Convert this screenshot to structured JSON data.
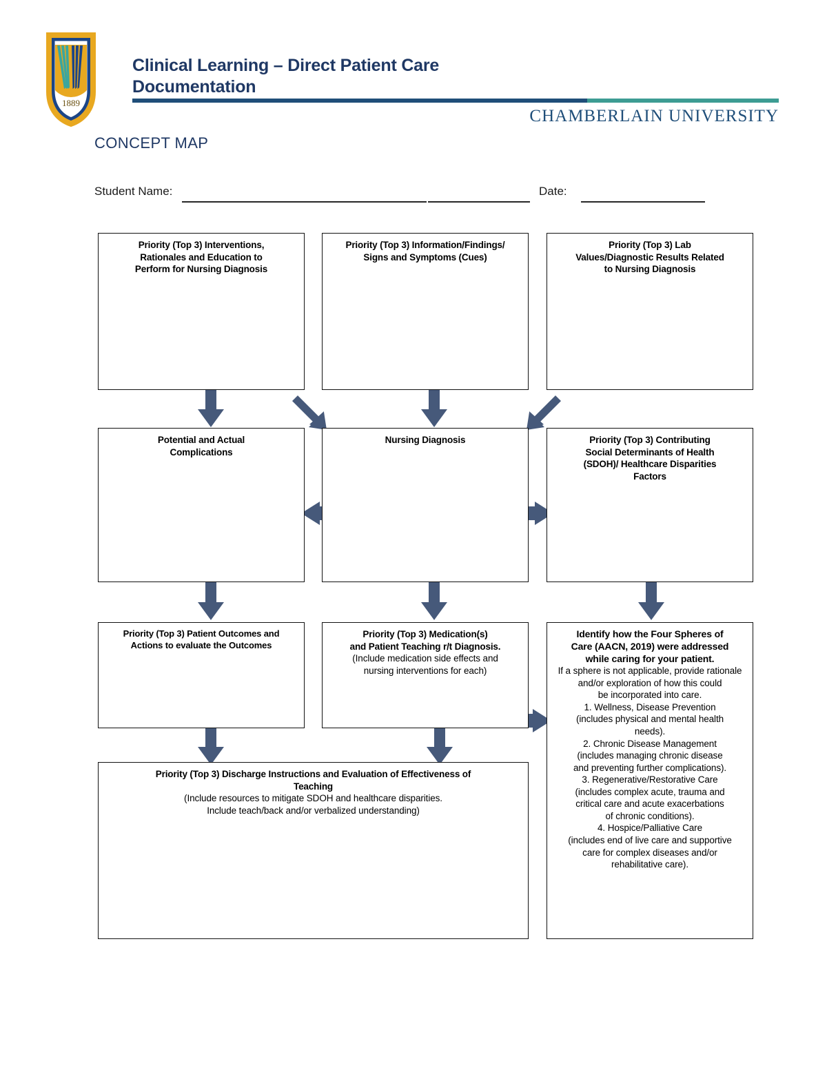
{
  "header": {
    "doc_title_line1": "Clinical Learning – Direct Patient Care",
    "doc_title_line2": "Documentation",
    "brand": "CHAMBERLAIN UNIVERSITY",
    "section_label": "CONCEPT MAP",
    "logo_year": "1889",
    "colors": {
      "navy": "#1F4E79",
      "title_navy": "#1F3864",
      "teal": "#3D9C93",
      "logo_gold": "#E8A820",
      "logo_navy": "#1B4587",
      "arrow_slate": "#46597A"
    }
  },
  "meta": {
    "student_name_label": "Student Name:",
    "student_name_value": "",
    "date_label": "Date:",
    "date_value": ""
  },
  "nodes": {
    "interventions": {
      "heading": "Priority (Top 3) Interventions,\nRationales and Education to\nPerform for Nursing Diagnosis",
      "body": ""
    },
    "cues": {
      "heading": "Priority (Top 3) Information/Findings/\nSigns and Symptoms (Cues)",
      "body": ""
    },
    "labs": {
      "heading": "Priority (Top 3) Lab\nValues/Diagnostic Results Related\nto Nursing Diagnosis",
      "body": ""
    },
    "complications": {
      "heading": "Potential and Actual\nComplications",
      "body": ""
    },
    "diagnosis": {
      "heading": "Nursing Diagnosis",
      "body": ""
    },
    "sdoh": {
      "heading": "Priority (Top 3) Contributing\nSocial Determinants of Health\n(SDOH)/ Healthcare Disparities\nFactors",
      "body": ""
    },
    "outcomes": {
      "heading": "Priority (Top 3) Patient Outcomes and\nActions to evaluate the Outcomes",
      "body": ""
    },
    "medications": {
      "heading": "Priority (Top 3) Medication(s)\nand Patient Teaching r/t Diagnosis.",
      "sub": "(Include medication side effects and\nnursing interventions for each)",
      "body": ""
    },
    "spheres": {
      "heading": "Identify how the Four Spheres of\nCare (AACN, 2019) were addressed\nwhile caring for your patient.",
      "sub": "If a sphere is not applicable, provide rationale\nand/or exploration of how this could\nbe incorporated into care.\n1. Wellness, Disease Prevention\n(includes physical and mental health\nneeds).\n2. Chronic Disease Management\n(includes managing chronic disease\nand preventing further complications).\n3. Regenerative/Restorative Care\n(includes complex acute, trauma and\ncritical care and acute exacerbations\nof chronic conditions).\n4. Hospice/Palliative Care\n(includes end of live care and supportive\ncare for complex diseases and/or\nrehabilitative care)."
    },
    "discharge": {
      "heading": "Priority (Top 3) Discharge Instructions and Evaluation of Effectiveness of\nTeaching",
      "sub": "(Include resources to mitigate SDOH and healthcare disparities.\nInclude teach/back and/or verbalized understanding)",
      "body": ""
    }
  },
  "arrows": [
    {
      "name": "interventions-to-complications",
      "direction": "down"
    },
    {
      "name": "diagnosis-to-interventions",
      "direction": "up-left"
    },
    {
      "name": "cues-to-diagnosis",
      "direction": "down"
    },
    {
      "name": "diagnosis-to-labs",
      "direction": "up-right"
    },
    {
      "name": "diagnosis-to-complications",
      "direction": "left"
    },
    {
      "name": "diagnosis-to-sdoh",
      "direction": "right"
    },
    {
      "name": "complications-to-outcomes",
      "direction": "down"
    },
    {
      "name": "diagnosis-to-medications",
      "direction": "down"
    },
    {
      "name": "sdoh-to-spheres",
      "direction": "down"
    },
    {
      "name": "outcomes-to-discharge",
      "direction": "down"
    },
    {
      "name": "medications-to-discharge",
      "direction": "down"
    },
    {
      "name": "medications-to-spheres",
      "direction": "right"
    },
    {
      "name": "spheres-inbound",
      "direction": "left"
    }
  ]
}
